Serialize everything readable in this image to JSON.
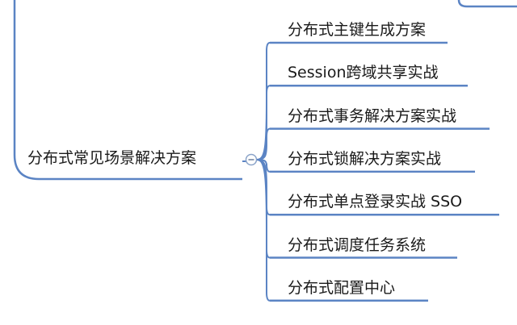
{
  "mindmap": {
    "central_topic": "分布式常见场景解决方案",
    "collapse_symbol": "−",
    "branches": [
      {
        "label": "分布式主键生成方案"
      },
      {
        "label": "Session跨域共享实战"
      },
      {
        "label": "分布式事务解决方案实战"
      },
      {
        "label": "分布式锁解决方案实战"
      },
      {
        "label": "分布式单点登录实战 SSO"
      },
      {
        "label": "分布式调度任务系统"
      },
      {
        "label": "分布式配置中心"
      }
    ]
  },
  "colors": {
    "connector": "#5b84c4",
    "collapse_stroke": "#8aa3c8",
    "text": "#1a1a1a"
  }
}
